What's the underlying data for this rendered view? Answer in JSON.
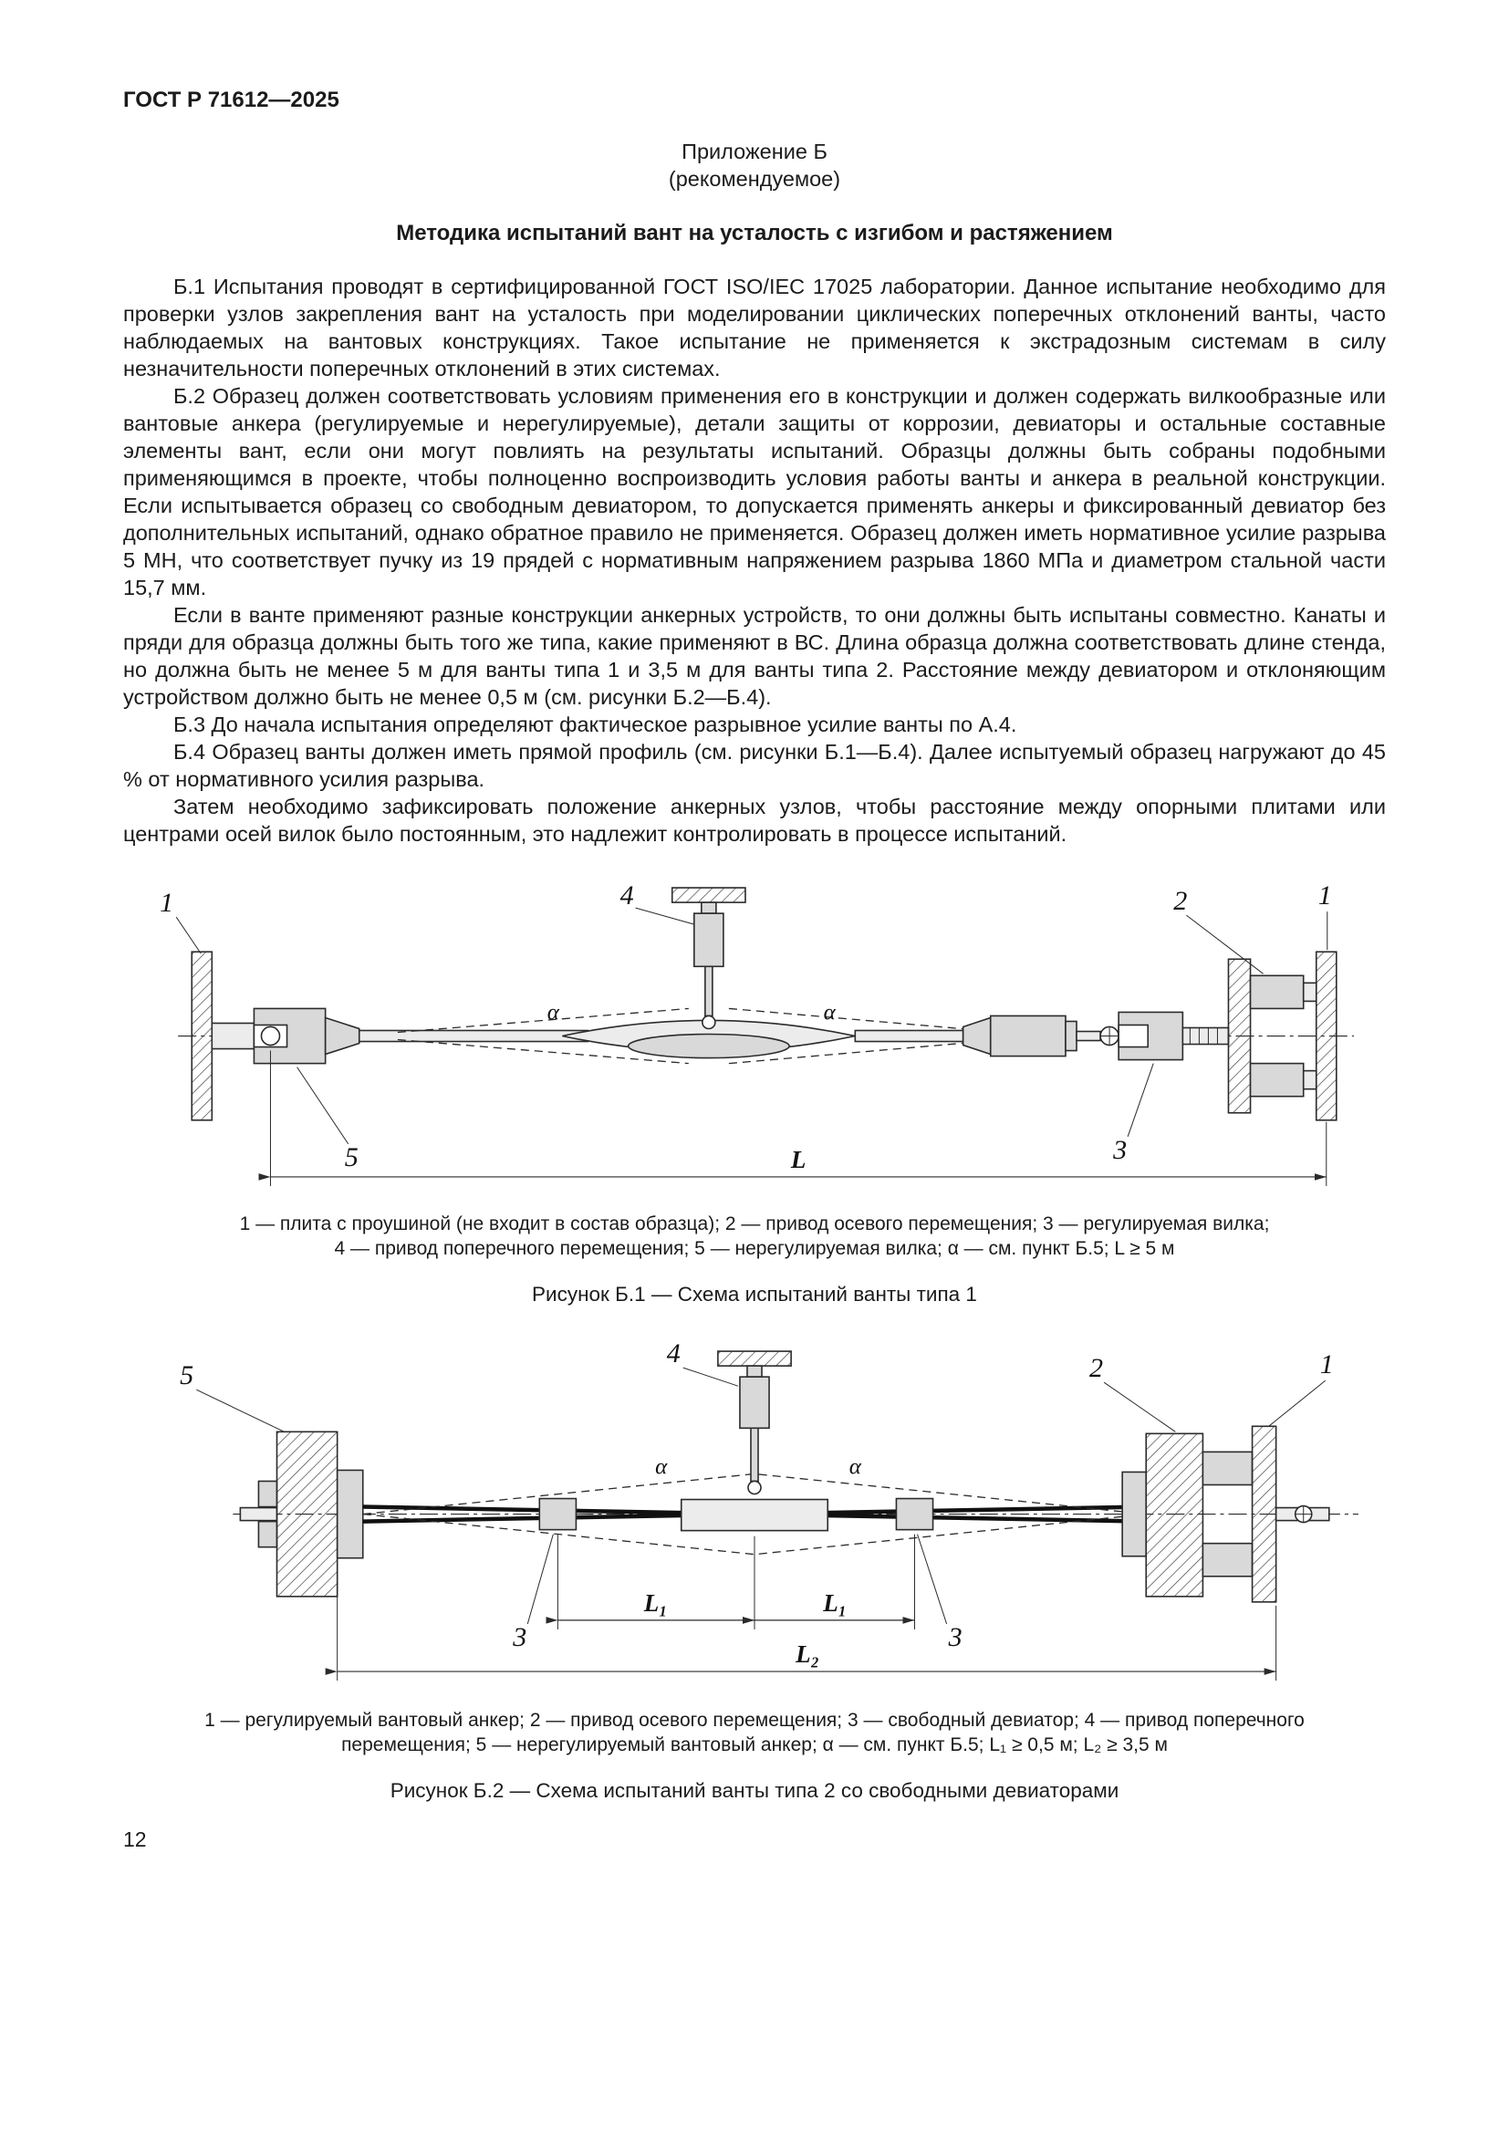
{
  "page": {
    "header": "ГОСТ Р 71612—2025",
    "number": "12"
  },
  "appendix": {
    "label": "Приложение Б",
    "note": "(рекомендуемое)",
    "title": "Методика испытаний вант на усталость с изгибом и растяжением"
  },
  "body": {
    "p1": "Б.1 Испытания проводят в сертифицированной ГОСТ ISO/IEC 17025 лаборатории. Данное испытание необходимо для проверки узлов закрепления вант на усталость при моделировании циклических поперечных отклонений ванты, часто наблюдаемых на вантовых конструкциях. Такое испытание не применяется к экстрадозным системам в силу незначительности поперечных отклонений в этих системах.",
    "p2": "Б.2 Образец должен соответствовать условиям применения его в конструкции и должен содержать вилкообразные или вантовые анкера (регулируемые и нерегулируемые), детали защиты от коррозии, девиаторы и остальные составные элементы вант, если они могут повлиять на результаты испытаний. Образцы должны быть собраны подобными применяющимся в проекте, чтобы полноценно воспроизводить условия работы ванты и анкера в реальной конструкции. Если испытывается образец со свободным девиатором, то допускается применять анкеры и фиксированный девиатор без дополнительных испытаний, однако обратное правило не применяется. Образец должен иметь нормативное усилие разрыва 5 МН, что соответствует пучку из 19 прядей с нормативным напряжением разрыва 1860 МПа и диаметром стальной части 15,7 мм.",
    "p3": "Если в ванте применяют разные конструкции анкерных устройств, то они должны быть испытаны совместно. Канаты и пряди для образца должны быть того же типа, какие применяют в ВС. Длина образца должна соответствовать длине стенда, но должна быть не менее 5 м для ванты типа 1 и 3,5 м для ванты типа 2. Расстояние между девиатором и отклоняющим устройством должно быть не менее 0,5 м (см. рисунки Б.2—Б.4).",
    "p4": "Б.3 До начала испытания определяют фактическое разрывное усилие ванты по А.4.",
    "p5": "Б.4 Образец ванты должен иметь прямой профиль (см. рисунки Б.1—Б.4). Далее испытуемый образец нагружают до 45 % от нормативного усилия разрыва.",
    "p6": "Затем необходимо зафиксировать положение анкерных узлов, чтобы расстояние между опорными плитами или центрами осей вилок было постоянным, это надлежит контролировать в процессе испытаний."
  },
  "figure1": {
    "callout_1": "1",
    "callout_2": "2",
    "callout_3": "3",
    "callout_4": "4",
    "callout_5": "5",
    "alpha": "α",
    "dim_L": "L",
    "legend_line1": "1 — плита с проушиной (не входит в состав образца); 2 — привод осевого перемещения; 3 — регулируемая вилка;",
    "legend_line2": "4 — привод поперечного перемещения; 5 — нерегулируемая вилка; α — см. пункт Б.5; L ≥ 5 м",
    "title": "Рисунок Б.1 — Схема испытаний ванты типа 1"
  },
  "figure2": {
    "callout_1": "1",
    "callout_2": "2",
    "callout_3": "3",
    "callout_4": "4",
    "callout_5": "5",
    "alpha": "α",
    "dim_L1": "L₁",
    "dim_L2": "L₂",
    "legend_line1": "1 — регулируемый вантовый анкер; 2 — привод осевого перемещения; 3 — свободный девиатор; 4 — привод поперечного",
    "legend_line2": "перемещения; 5 — нерегулируемый вантовый анкер; α — см. пункт Б.5; L₁ ≥ 0,5 м; L₂ ≥ 3,5 м",
    "title": "Рисунок Б.2 — Схема испытаний ванты типа 2 со свободными девиаторами"
  }
}
